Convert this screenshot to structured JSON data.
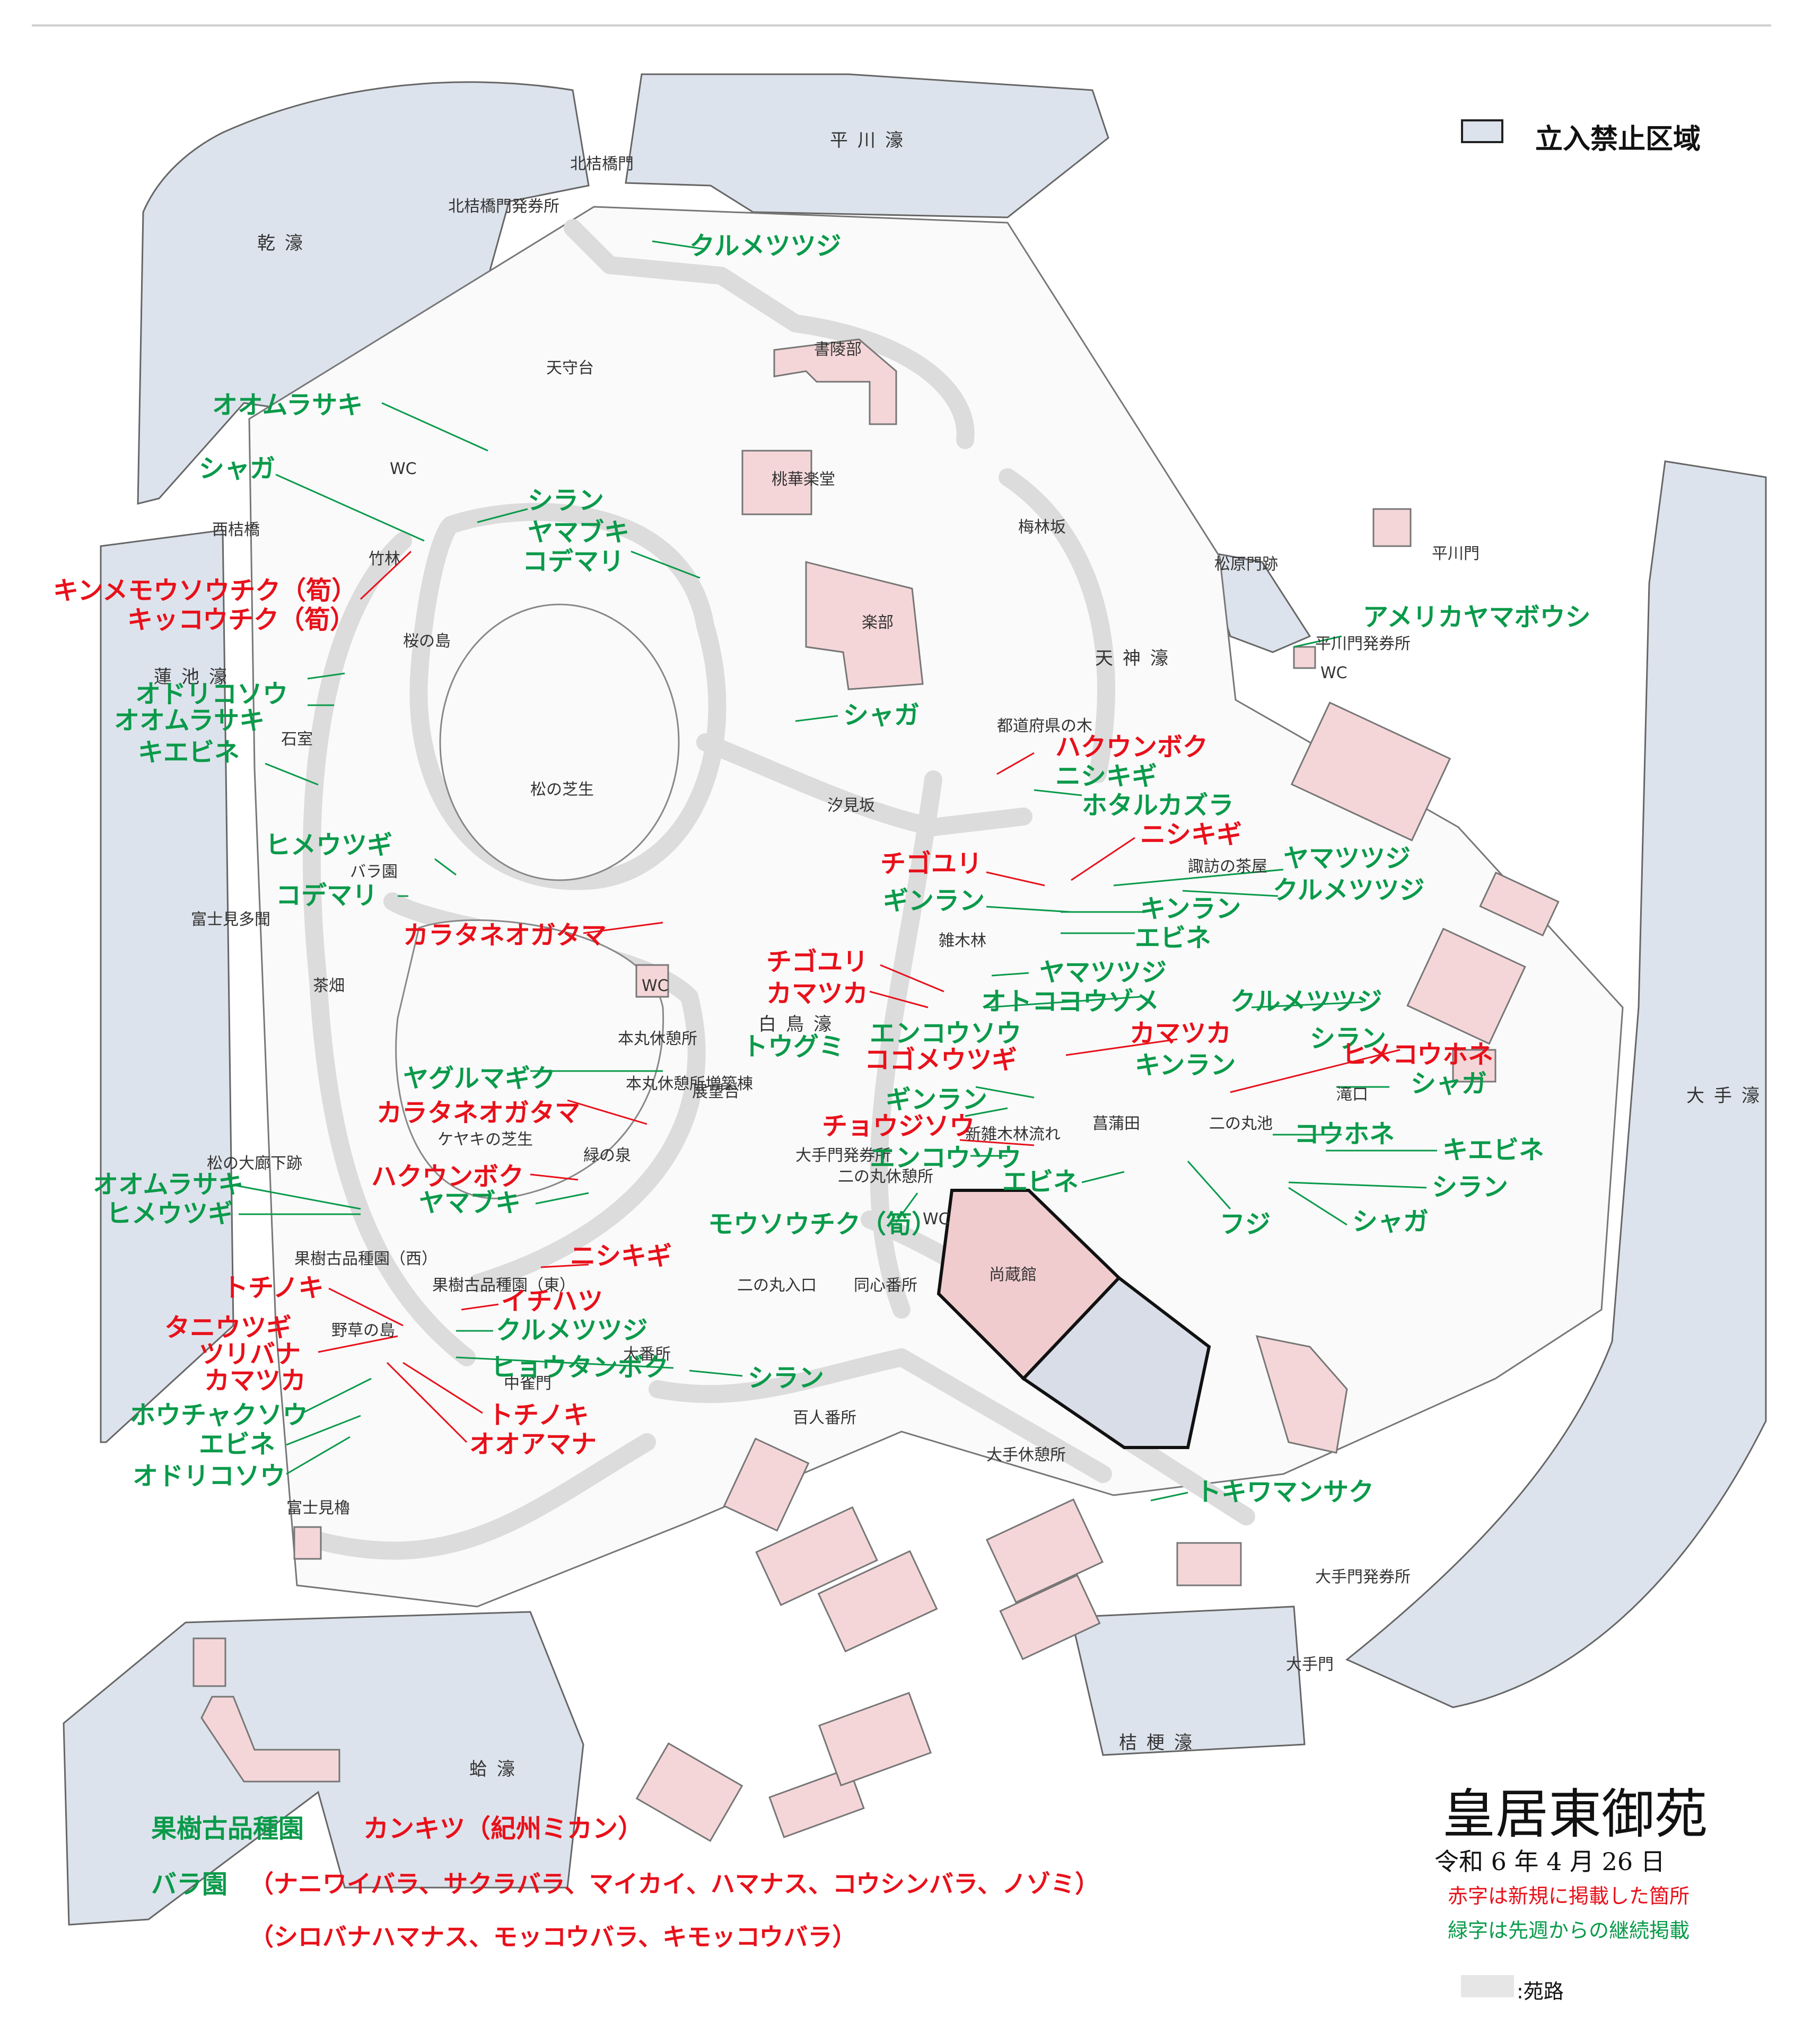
{
  "legend": {
    "restricted_area": "立入禁止区域"
  },
  "title": "皇居東御苑",
  "date": "令和 6 年 4 月 26 日",
  "notes": {
    "red": "赤字は新規に掲載した箇所",
    "green": "緑字は先週からの継続掲載"
  },
  "path_legend": ":苑路",
  "moats": {
    "inui": "乾濠",
    "hirakawa": "平川濠",
    "hasuike": "蓮池濠",
    "tenjin": "天神濠",
    "ote": "大手濠",
    "hakucho": "白鳥濠",
    "kikyo": "桔梗濠",
    "hamaguri": "蛤濠"
  },
  "places": {
    "kitahanebashimon": "北桔橋門",
    "kitahanebashi_ticket": "北桔橋門発券所",
    "tenshudai": "天守台",
    "shoryobu": "書陵部",
    "tokagakudo": "桃華楽堂",
    "gakubu": "楽部",
    "baibayashizaka": "梅林坂",
    "matsubaramon": "松原門跡",
    "hirakawamon": "平川門",
    "hirakawa_ticket": "平川門発券所",
    "wc1": "WC",
    "wc2": "WC",
    "wc3": "WC",
    "wc4": "WC",
    "nishihanebashi": "西桔橋",
    "takebayashi": "竹林",
    "sakuranoshima": "桜の島",
    "ishimuro": "石室",
    "matsunoshibafu": "松の芝生",
    "barazono": "バラ園",
    "fujimitamon": "富士見多聞",
    "chabatake": "茶畑",
    "shiomizaka": "汐見坂",
    "todofuken": "都道府県の木",
    "suwanochaya": "諏訪の茶屋",
    "zokibayashi": "雑木林",
    "honmaru_rest": "本丸休憩所",
    "honmaru_annex": "本丸休憩所増築棟",
    "tenbodai": "展望台",
    "keyaki": "ケヤキの芝生",
    "midorinoizumi": "緑の泉",
    "matsunoooroka": "松の大廊下跡",
    "kajuen_west": "果樹古品種園（西）",
    "kajuen_east": "果樹古品種園（東）",
    "yasonoshima": "野草の島",
    "nakaboyaku": "中雀門",
    "oobansho": "大番所",
    "hyakuninbansho": "百人番所",
    "doshinbansho": "同心番所",
    "ninomaru_entry": "二の丸入口",
    "otemon_ticket2": "大手門発券所",
    "ninomaru_rest": "二の丸休憩所",
    "shinzoki": "新雑木林流れ",
    "ayamedakara": "菖蒲田",
    "ninomaruike": "二の丸池",
    "takiguchi": "滝口",
    "shozokan": "尚蔵館",
    "oote_rest": "大手休憩所",
    "otemon_ticket": "大手門発券所",
    "otemon": "大手門",
    "fujimiyagura": "富士見櫓"
  },
  "plants": [
    {
      "name": "クルメツツジ",
      "color": "green"
    },
    {
      "name": "オオムラサキ",
      "color": "green"
    },
    {
      "name": "シャガ",
      "color": "green"
    },
    {
      "name": "シラン",
      "color": "green"
    },
    {
      "name": "ヤマブキ",
      "color": "green"
    },
    {
      "name": "コデマリ",
      "color": "green"
    },
    {
      "name": "キンメモウソウチク（筍）",
      "color": "red"
    },
    {
      "name": "キッコウチク（筍）",
      "color": "red"
    },
    {
      "name": "アメリカヤマボウシ",
      "color": "green"
    },
    {
      "name": "オドリコソウ",
      "color": "green"
    },
    {
      "name": "オオムラサキ",
      "color": "green"
    },
    {
      "name": "キエビネ",
      "color": "green"
    },
    {
      "name": "シャガ",
      "color": "green"
    },
    {
      "name": "ハクウンボク",
      "color": "red"
    },
    {
      "name": "ニシキギ",
      "color": "green"
    },
    {
      "name": "ホタルカズラ",
      "color": "green"
    },
    {
      "name": "ニシキギ",
      "color": "red"
    },
    {
      "name": "ヤマツツジ",
      "color": "green"
    },
    {
      "name": "ヒメウツギ",
      "color": "green"
    },
    {
      "name": "チゴユリ",
      "color": "red"
    },
    {
      "name": "クルメツツジ",
      "color": "green"
    },
    {
      "name": "コデマリ",
      "color": "green"
    },
    {
      "name": "ギンラン",
      "color": "green"
    },
    {
      "name": "キンラン",
      "color": "green"
    },
    {
      "name": "カラタネオガタマ",
      "color": "red"
    },
    {
      "name": "エビネ",
      "color": "green"
    },
    {
      "name": "チゴユリ",
      "color": "red"
    },
    {
      "name": "ヤマツツジ",
      "color": "green"
    },
    {
      "name": "カマツカ",
      "color": "red"
    },
    {
      "name": "オトコヨウゾメ",
      "color": "green"
    },
    {
      "name": "クルメツツジ",
      "color": "green"
    },
    {
      "name": "トウグミ",
      "color": "green"
    },
    {
      "name": "エンコウソウ",
      "color": "green"
    },
    {
      "name": "カマツカ",
      "color": "red"
    },
    {
      "name": "シラン",
      "color": "green"
    },
    {
      "name": "コゴメウツギ",
      "color": "red"
    },
    {
      "name": "キンラン",
      "color": "green"
    },
    {
      "name": "ヒメコウホネ",
      "color": "red"
    },
    {
      "name": "ヤグルマギク",
      "color": "green"
    },
    {
      "name": "シャガ",
      "color": "green"
    },
    {
      "name": "ギンラン",
      "color": "green"
    },
    {
      "name": "カラタネオガタマ",
      "color": "red"
    },
    {
      "name": "チョウジソウ",
      "color": "red"
    },
    {
      "name": "コウホネ",
      "color": "green"
    },
    {
      "name": "エンコウソウ",
      "color": "green"
    },
    {
      "name": "キエビネ",
      "color": "green"
    },
    {
      "name": "オオムラサキ",
      "color": "green"
    },
    {
      "name": "ハクウンボク",
      "color": "red"
    },
    {
      "name": "エビネ",
      "color": "green"
    },
    {
      "name": "シラン",
      "color": "green"
    },
    {
      "name": "ヒメウツギ",
      "color": "green"
    },
    {
      "name": "ヤマブキ",
      "color": "green"
    },
    {
      "name": "フジ",
      "color": "green"
    },
    {
      "name": "シャガ",
      "color": "green"
    },
    {
      "name": "モウソウチク（筍）",
      "color": "green"
    },
    {
      "name": "ニシキギ",
      "color": "red"
    },
    {
      "name": "トチノキ",
      "color": "red"
    },
    {
      "name": "イチハツ",
      "color": "red"
    },
    {
      "name": "タニウツギ",
      "color": "red"
    },
    {
      "name": "クルメツツジ",
      "color": "green"
    },
    {
      "name": "ツリバナ",
      "color": "red"
    },
    {
      "name": "カマツカ",
      "color": "red"
    },
    {
      "name": "ヒョウタンボク",
      "color": "green"
    },
    {
      "name": "シラン",
      "color": "green"
    },
    {
      "name": "ホウチャクソウ",
      "color": "green"
    },
    {
      "name": "トチノキ",
      "color": "red"
    },
    {
      "name": "エビネ",
      "color": "green"
    },
    {
      "name": "オオアマナ",
      "color": "red"
    },
    {
      "name": "オドリコソウ",
      "color": "green"
    },
    {
      "name": "トキワマンサク",
      "color": "green"
    }
  ],
  "bottom": {
    "kajuen_label": "果樹古品種園",
    "kajuen_item": "カンキツ（紀州ミカン）",
    "bara_label": "バラ園",
    "bara_items1": "（ナニワイバラ、サクラバラ、マイカイ、ハマナス、コウシンバラ、ノゾミ）",
    "bara_items2": "（シロバナハマナス、モッコウバラ、キモッコウバラ）"
  },
  "colors": {
    "label_red": "#e8101a",
    "label_green": "#0a9a4a",
    "moat": "#dde3ec",
    "building": "#f5d6d8",
    "path": "#dcdcdc",
    "restricted": "#d8dde8"
  }
}
